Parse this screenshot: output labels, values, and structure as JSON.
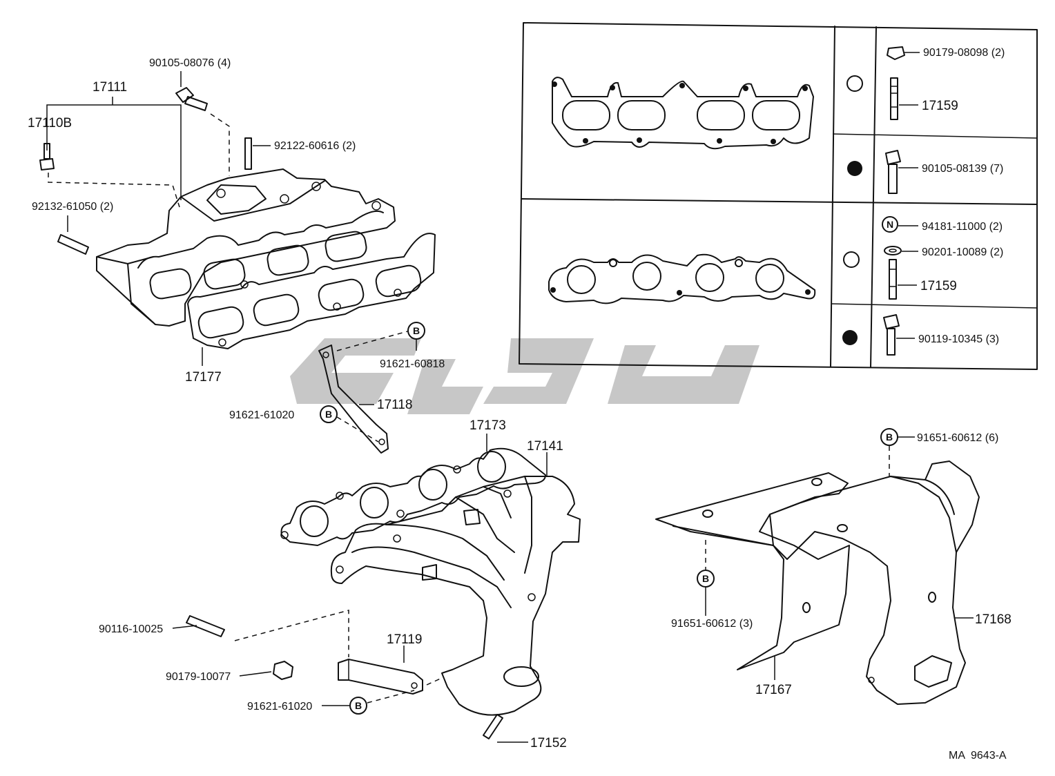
{
  "diagram_id": "MA  9643-A",
  "parts": {
    "p17111": "17111",
    "p17110B": "17110B",
    "p90105_08076": "90105-08076 (4)",
    "p92122_60616": "92122-60616 (2)",
    "p92132_61050": "92132-61050 (2)",
    "p17177": "17177",
    "p91621_60818": "91621-60818",
    "p17118": "17118",
    "p91621_61020_a": "91621-61020",
    "p17173": "17173",
    "p17141": "17141",
    "p90116_10025": "90116-10025",
    "p90179_10077": "90179-10077",
    "p17119": "17119",
    "p91621_61020_b": "91621-61020",
    "p17152": "17152",
    "p91651_60612_6": "91651-60612 (6)",
    "p91651_60612_3": "91651-60612 (3)",
    "p17168": "17168",
    "p17167": "17167"
  },
  "legend_table": {
    "rows": [
      {
        "marker": "open-circle",
        "part": "90179-08098 (2)"
      },
      {
        "marker": "open-circle",
        "part": "17159"
      },
      {
        "marker": "filled-circle",
        "part": "90105-08139 (7)"
      },
      {
        "marker": "open-circle",
        "part": "94181-11000 (2)"
      },
      {
        "marker": "open-circle",
        "part": "90201-10089 (2)"
      },
      {
        "marker": "open-circle",
        "part": "17159"
      },
      {
        "marker": "filled-circle",
        "part": "90119-10345 (3)"
      }
    ]
  },
  "markers": {
    "b": "B",
    "n": "N"
  },
  "colors": {
    "line": "#111111",
    "watermark": "#bdbdbd"
  }
}
